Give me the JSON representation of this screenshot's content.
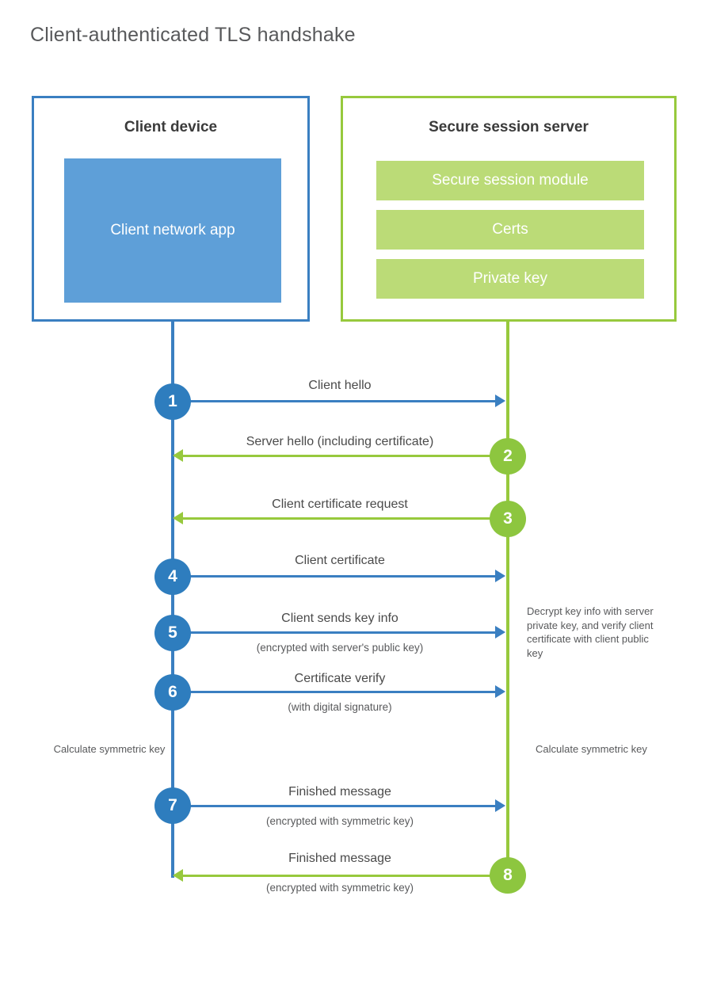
{
  "title": "Client-authenticated TLS handshake",
  "parties": {
    "client": {
      "title": "Client device",
      "app_label": "Client network app",
      "accent": "#3a7fc1",
      "app_fill": "#5e9fd8"
    },
    "server": {
      "title": "Secure session server",
      "accent": "#97c93d",
      "bar_fill": "#bbdb77",
      "components": [
        {
          "label": "Secure session module"
        },
        {
          "label": "Certs"
        },
        {
          "label": "Private key"
        }
      ]
    }
  },
  "steps": [
    {
      "number": "1",
      "label": "Client hello",
      "sub": "",
      "direction": "client-to-server",
      "color": "#2e7dbe"
    },
    {
      "number": "2",
      "label": "Server hello (including certificate)",
      "sub": "",
      "direction": "server-to-client",
      "color": "#8dc63f"
    },
    {
      "number": "3",
      "label": "Client certificate request",
      "sub": "",
      "direction": "server-to-client",
      "color": "#8dc63f"
    },
    {
      "number": "4",
      "label": "Client certificate",
      "sub": "",
      "direction": "client-to-server",
      "color": "#2e7dbe"
    },
    {
      "number": "5",
      "label": "Client sends key info",
      "sub": "(encrypted with server's public key)",
      "direction": "client-to-server",
      "color": "#2e7dbe"
    },
    {
      "number": "6",
      "label": "Certificate verify",
      "sub": "(with digital signature)",
      "direction": "client-to-server",
      "color": "#2e7dbe"
    },
    {
      "number": "7",
      "label": "Finished message",
      "sub": "(encrypted with symmetric key)",
      "direction": "client-to-server",
      "color": "#2e7dbe"
    },
    {
      "number": "8",
      "label": "Finished message",
      "sub": "(encrypted with symmetric key)",
      "direction": "server-to-client",
      "color": "#8dc63f"
    }
  ],
  "notes": {
    "server_decrypt": "Decrypt key info with server private key, and verify client certificate with client public key",
    "client_calc": "Calculate symmetric key",
    "server_calc": "Calculate symmetric key"
  }
}
